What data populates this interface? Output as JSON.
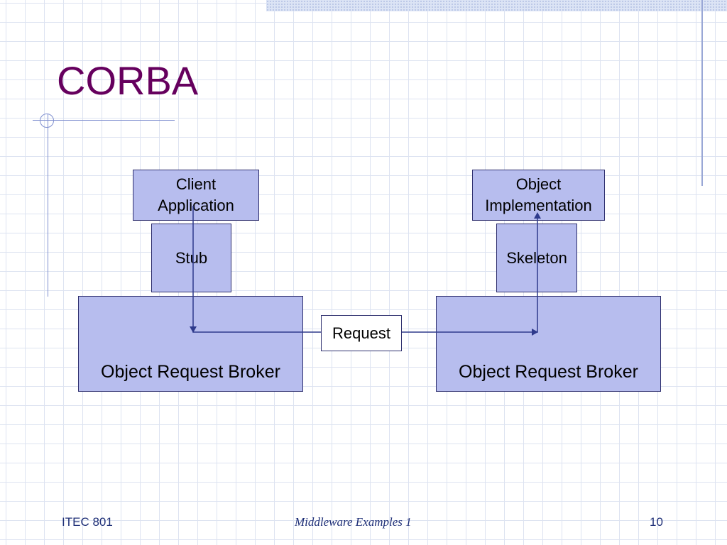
{
  "slide": {
    "title": "CORBA"
  },
  "diagram": {
    "client_application": "Client\nApplication",
    "stub": "Stub",
    "orb_left": "Object Request Broker",
    "object_implementation": "Object\nImplementation",
    "skeleton": "Skeleton",
    "orb_right": "Object Request Broker",
    "request": "Request"
  },
  "footer": {
    "left": "ITEC 801",
    "center": "Middleware Examples 1",
    "page_number": "10"
  },
  "colors": {
    "title": "#66005e",
    "box_fill": "#b7bdee",
    "connector": "#2e3a8c",
    "footer_text": "#1e2f77"
  }
}
